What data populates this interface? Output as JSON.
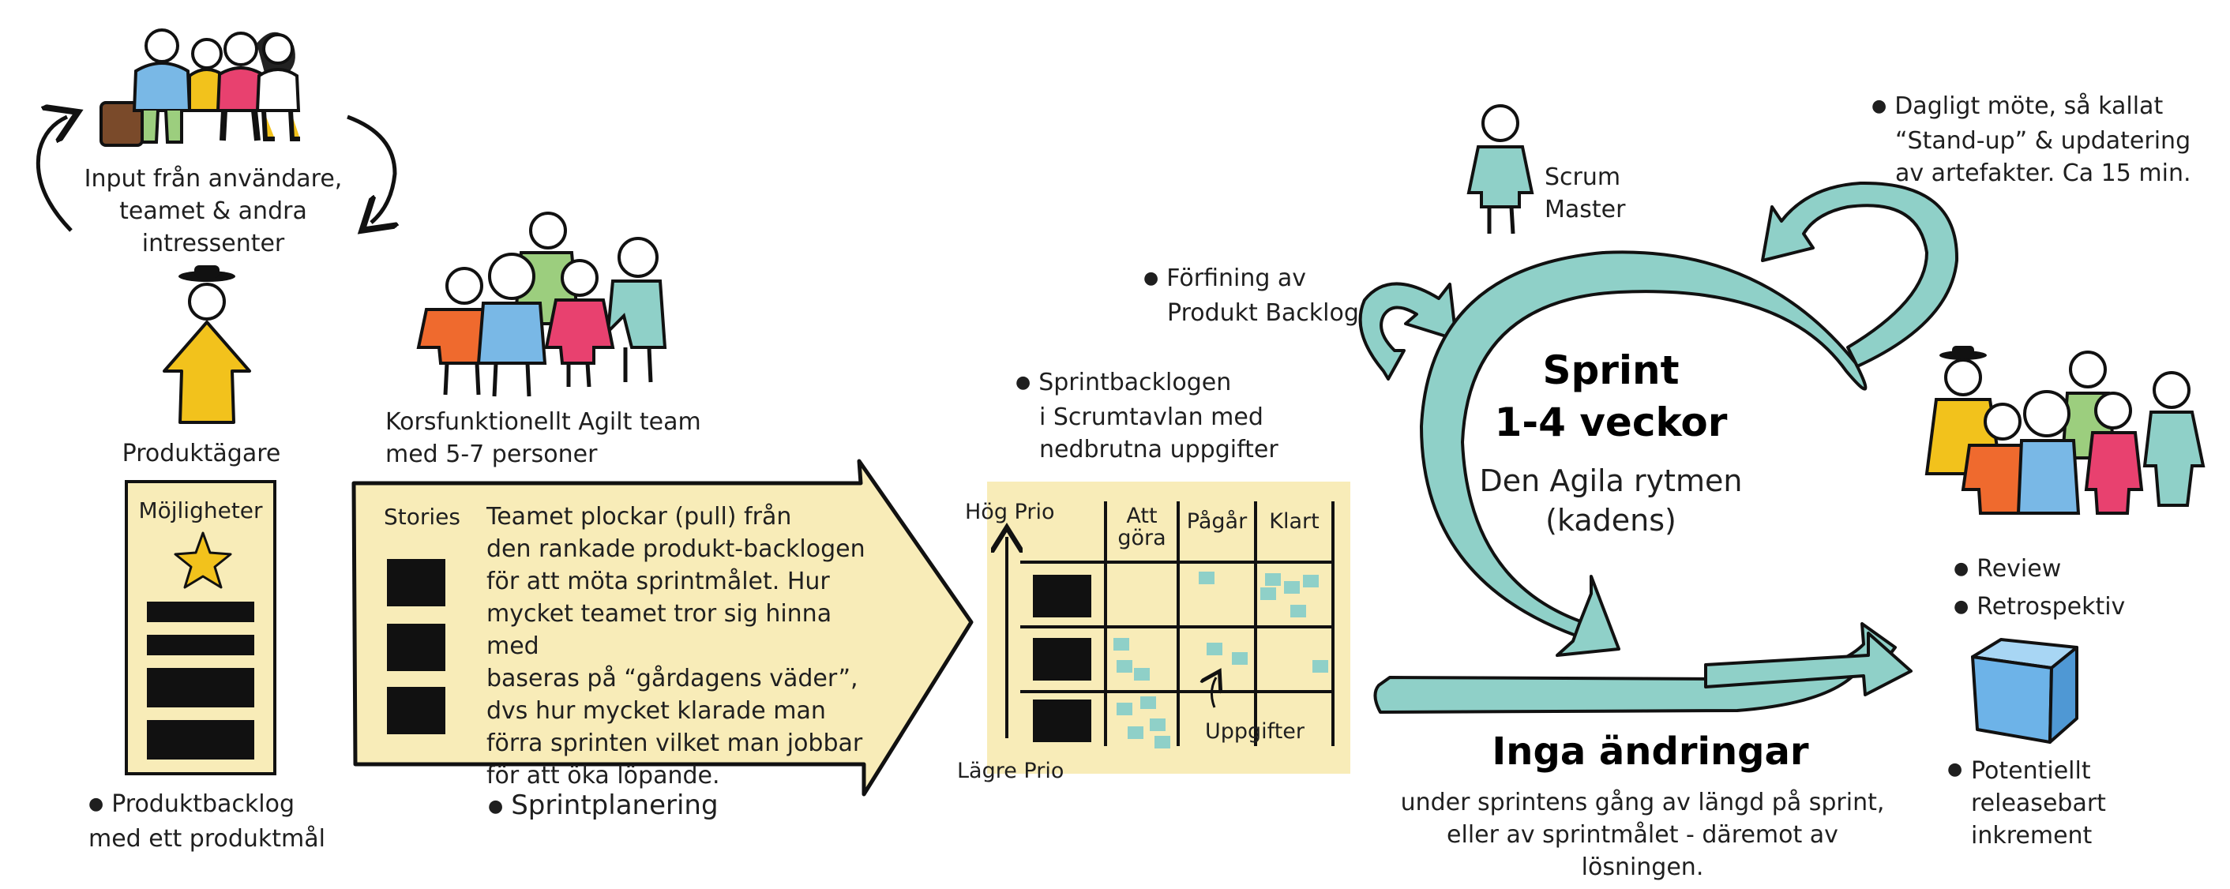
{
  "colors": {
    "cream": "#f8ecb8",
    "teal": "#8fd0c8",
    "orange": "#ef6a2e",
    "blue": "#79b8e6",
    "green": "#9cce7e",
    "pink": "#e8416f",
    "yellow": "#f2c21c",
    "increment_blue": "#6db3e8"
  },
  "stakeholders": {
    "label": "Input från användare,\nteamet & andra\nintressenter"
  },
  "product_owner": {
    "label": "Produktägare"
  },
  "product_backlog": {
    "header": "Möjligheter",
    "caption": "Produktbacklog\nmed ett produktmål"
  },
  "team": {
    "label": "Korsfunktionellt Agilt team\nmed 5-7 personer"
  },
  "sprint_planning": {
    "stories_label": "Stories",
    "description": "Teamet plockar (pull) från\nden rankade produkt-backlogen\nför att möta sprintmålet. Hur\nmycket teamet tror sig hinna med\nbaseras på “gårdagens väder”,\ndvs hur mycket klarade man\nförra sprinten vilket man jobbar\nför att öka löpande.",
    "caption": "Sprintplanering"
  },
  "sprint_backlog": {
    "label": "Sprintbacklogen\ni Scrumtavlan med\nnedbrutna uppgifter",
    "high_prio": "Hög Prio",
    "low_prio": "Lägre Prio",
    "columns": [
      "Att\ngöra",
      "Pågår",
      "Klart"
    ],
    "tasks_label": "Uppgifter"
  },
  "refinement": {
    "label": "Förfining av\nProdukt Backlog"
  },
  "scrum_master": {
    "label": "Scrum\nMaster"
  },
  "daily": {
    "label": "Dagligt möte, så kallat\n“Stand-up” & updatering\nav artefakter. Ca 15 min."
  },
  "sprint": {
    "title": "Sprint\n1-4 veckor",
    "subtitle": "Den Agila rytmen\n(kadens)"
  },
  "no_changes": {
    "title": "Inga ändringar",
    "text": "under sprintens gång av längd på sprint,\neller av sprintmålet - däremot av lösningen."
  },
  "ceremonies": {
    "review": "Review",
    "retro": "Retrospektiv"
  },
  "increment": {
    "label": "Potentiellt\nreleasebart\ninkrement"
  }
}
